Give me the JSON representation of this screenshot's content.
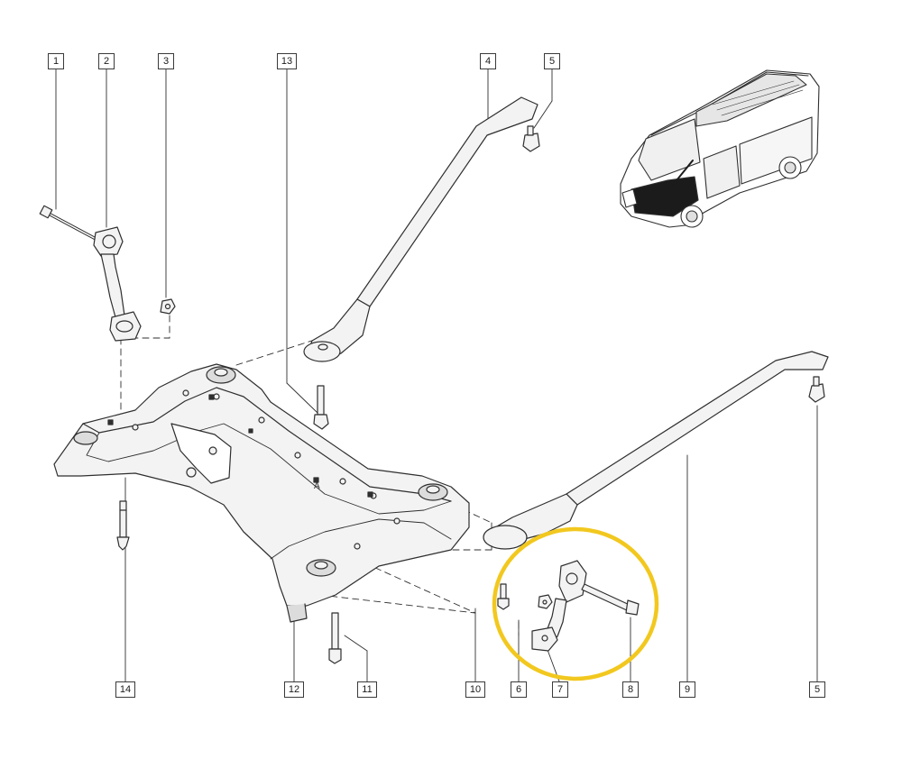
{
  "callouts": {
    "c1": "1",
    "c2": "2",
    "c3": "3",
    "c13": "13",
    "c4": "4",
    "c5_top": "5",
    "c14": "14",
    "c12": "12",
    "c11": "11",
    "c10": "10",
    "c6": "6",
    "c7": "7",
    "c8": "8",
    "c9": "9",
    "c5_bottom": "5"
  },
  "highlight": {
    "color": "#f2c81f",
    "target": "rear engine mount (items 6, 7, 8)"
  },
  "colors": {
    "line": "#2f2f2f",
    "fill": "#f3f3f3",
    "shade": "#dcdcdc",
    "vehicle_dark": "#1b1b1b"
  }
}
